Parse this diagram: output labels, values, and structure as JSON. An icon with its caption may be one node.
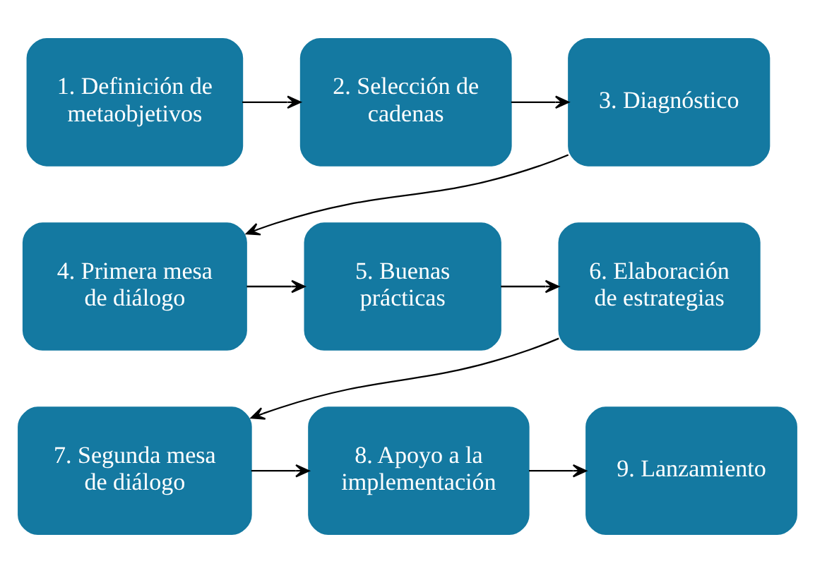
{
  "diagram": {
    "nodes": [
      {
        "text": [
          "1. Definición de metaobjetivos"
        ]
      },
      {
        "text": [
          "2. Selección de cadenas"
        ]
      },
      {
        "text": [
          "3. Diagnóstico"
        ]
      },
      {
        "text": [
          "4. Primera mesa de diálogo"
        ]
      },
      {
        "text": [
          "5. Buenas prácticas"
        ]
      },
      {
        "text": [
          "6. Elaboración de estrategias"
        ]
      },
      {
        "text": [
          "7. Segunda mesa de diálogo"
        ]
      },
      {
        "text": [
          "8. Apoyo a la implementación"
        ]
      },
      {
        "text": [
          "9. Lanzamiento"
        ]
      }
    ],
    "edges": [
      {
        "from": 0,
        "to": 1,
        "arrow": "to"
      },
      {
        "from": 1,
        "to": 2,
        "arrow": "to"
      },
      {
        "from": 2,
        "to": 3,
        "arrow": "to"
      },
      {
        "from": 3,
        "to": 4,
        "arrow": "to"
      },
      {
        "from": 4,
        "to": 5,
        "arrow": "to"
      },
      {
        "from": 5,
        "to": 6,
        "arrow": "to"
      },
      {
        "from": 6,
        "to": 7,
        "arrow": "to"
      },
      {
        "from": 7,
        "to": 8,
        "arrow": "to"
      }
    ]
  }
}
